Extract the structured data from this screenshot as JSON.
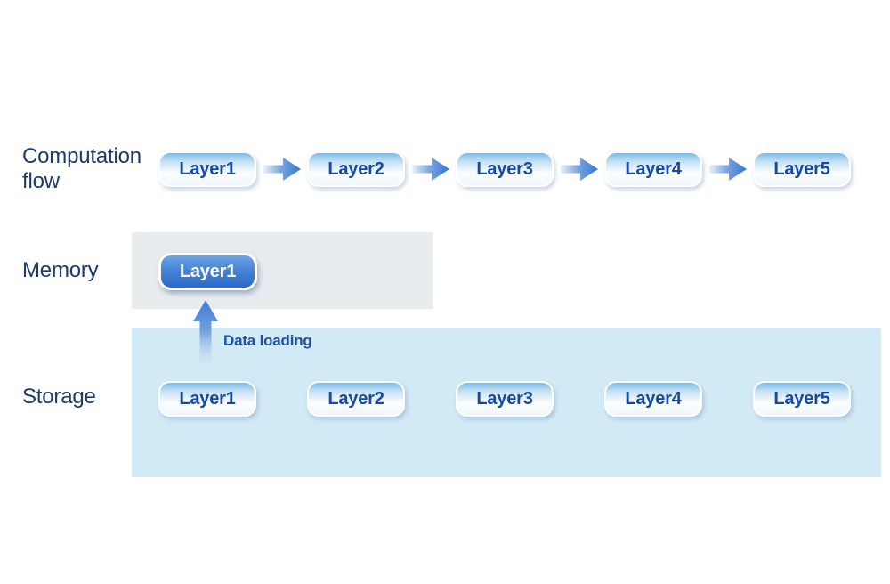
{
  "flow": {
    "label": "Computation flow",
    "layers": [
      "Layer1",
      "Layer2",
      "Layer3",
      "Layer4",
      "Layer5"
    ]
  },
  "memory": {
    "label": "Memory",
    "loaded_layer": "Layer1"
  },
  "storage": {
    "label": "Storage",
    "annotation": "Data loading",
    "layers": [
      "Layer1",
      "Layer2",
      "Layer3",
      "Layer4",
      "Layer5"
    ]
  },
  "colors": {
    "label_text": "#1d3a6e",
    "pill_text": "#1648a8",
    "pill_gradient_top": "#7ebae4",
    "memory_box": "#e8ecef",
    "storage_box": "#d2e9f6",
    "loaded_pill_top": "#6ca6e6",
    "loaded_pill_bottom": "#2d69c4",
    "arrow_blue": "#3575d4",
    "annotation_text": "#1d4fae"
  }
}
